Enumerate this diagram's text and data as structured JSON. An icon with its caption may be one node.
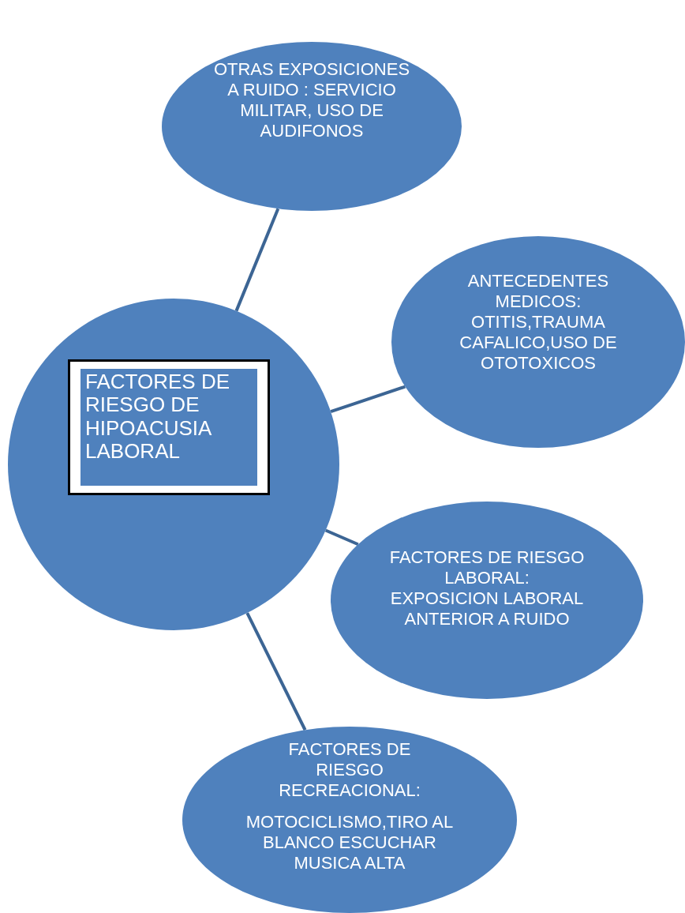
{
  "diagram": {
    "nodes": [
      {
        "text": [],
        "shape": "circle"
      },
      {
        "text": [
          "FACTORES DE RIESGO  DE HIPOACUSIA LABORAL"
        ],
        "in": 0
      },
      {
        "text": [
          "OTRAS EXPOSICIONES A RUIDO : SERVICIO MILITAR, USO DE AUDIFONOS"
        ]
      },
      {
        "text": [
          "ANTECEDENTES MEDICOS: OTITIS,TRAUMA CAFALICO,USO DE OTOTOXICOS"
        ]
      },
      {
        "text": [
          "FACTORES DE RIESGO LABORAL: EXPOSICION LABORAL ANTERIOR A RUIDO"
        ]
      },
      {
        "text": [
          "FACTORES DE RIESGO RECREACIONAL:",
          "MOTOCICLISMO,TIRO AL BLANCO ESCUCHAR MUSICA ALTA"
        ]
      }
    ],
    "edges": [
      {
        "from": 0,
        "to": 2,
        "arrow": "none"
      },
      {
        "from": 0,
        "to": 3,
        "arrow": "none"
      },
      {
        "from": 0,
        "to": 4,
        "arrow": "none"
      },
      {
        "from": 0,
        "to": 5,
        "arrow": "none"
      }
    ]
  }
}
